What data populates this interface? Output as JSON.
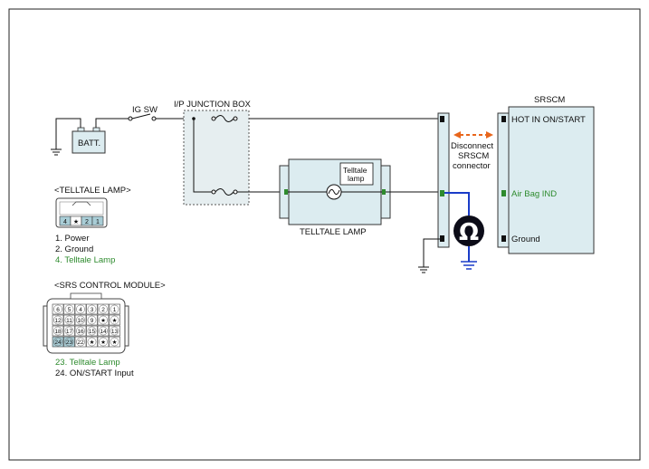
{
  "components": {
    "battery": "BATT.",
    "ignition_switch": "IG SW",
    "junction_box": "I/P JUNCTION BOX",
    "telltale_block_title": "TELLTALE LAMP",
    "telltale_inner_label_line1": "Telltale",
    "telltale_inner_label_line2": "lamp",
    "srscm_title": "SRSCM",
    "disconnect_line1": "Disconnect",
    "disconnect_line2": "SRSCM",
    "disconnect_line3": "connector",
    "ohmmeter_symbol": "Ω"
  },
  "srscm_pins": {
    "hot": "HOT IN ON/START",
    "airbag": "Air Bag IND",
    "ground": "Ground"
  },
  "telltale_connector": {
    "title": "<TELLTALE LAMP>",
    "pins": [
      "4",
      "★",
      "2",
      "1"
    ],
    "legend": [
      "1. Power",
      "2. Ground",
      "4. Telltale Lamp"
    ]
  },
  "srs_connector": {
    "title": "<SRS CONTROL MODULE>",
    "rows": [
      [
        "6",
        "5",
        "4",
        "3",
        "2",
        "1"
      ],
      [
        "12",
        "11",
        "10",
        "9",
        "★",
        "★"
      ],
      [
        "18",
        "17",
        "16",
        "15",
        "14",
        "13"
      ],
      [
        "24",
        "23",
        "22",
        "★",
        "★",
        "★"
      ]
    ],
    "legend": [
      "23. Telltale Lamp",
      "24. ON/START Input"
    ]
  },
  "colors": {
    "measure_wire": "#1a3cc8",
    "disconnect_arrow": "#e8661c",
    "highlight_text": "#2e8b2e",
    "component_fill": "#dcecf0"
  }
}
